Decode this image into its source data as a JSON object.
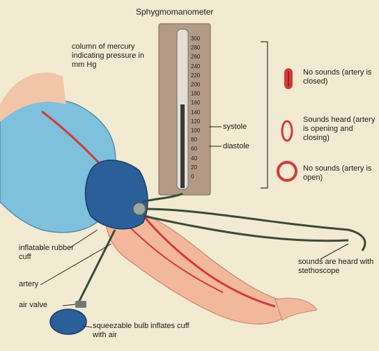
{
  "title": "Sphygmomanometer",
  "labels": {
    "mercury": "column of mercury indicating pressure in mm Hg",
    "systole": "systole",
    "diastole": "diastole",
    "no_sounds_closed": "No sounds (artery is closed)",
    "sounds_heard": "Sounds heard (artery is opening and closing)",
    "no_sounds_open": "No sounds (artery is open)",
    "cuff": "inflatable rubber cuff",
    "artery": "artery",
    "air_valve": "air valve",
    "bulb": "squeezable bulb inflates cuff with air",
    "stethoscope": "sounds are heard with stethoscope"
  },
  "scale_ticks": [
    "300",
    "280",
    "260",
    "240",
    "220",
    "200",
    "180",
    "160",
    "140",
    "120",
    "100",
    "80",
    "60",
    "40",
    "20",
    "0"
  ],
  "colors": {
    "background": "#f3ead2",
    "cuff": "#2a5f9a",
    "artery": "#d23a3a",
    "shirt": "#6fb6d6"
  }
}
